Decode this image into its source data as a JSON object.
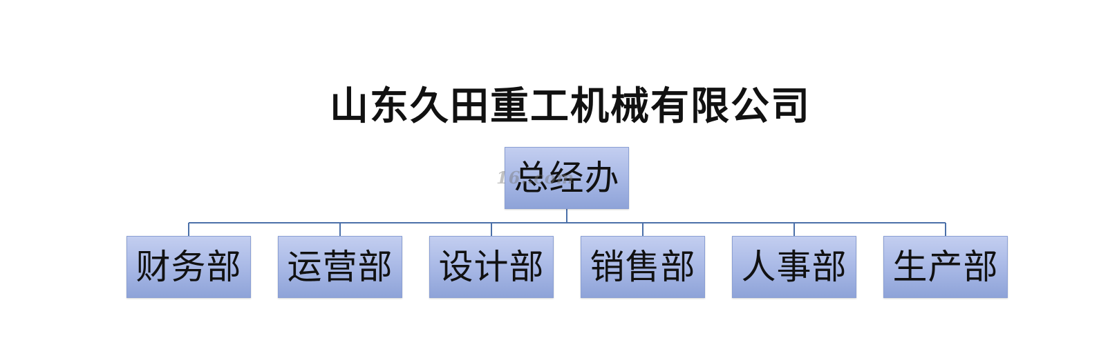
{
  "title": "山东久田重工机械有限公司",
  "root": {
    "label": "总经办"
  },
  "children": [
    {
      "label": "财务部"
    },
    {
      "label": "运营部"
    },
    {
      "label": "设计部"
    },
    {
      "label": "销售部"
    },
    {
      "label": "人事部"
    },
    {
      "label": "生产部"
    }
  ],
  "watermark": "16..com",
  "colors": {
    "connector": "#4a6fa8",
    "node_fill_top": "#c3cef0",
    "node_fill_bottom": "#8ea3d8",
    "node_border": "#8a9fd4",
    "title_text": "#111111"
  }
}
